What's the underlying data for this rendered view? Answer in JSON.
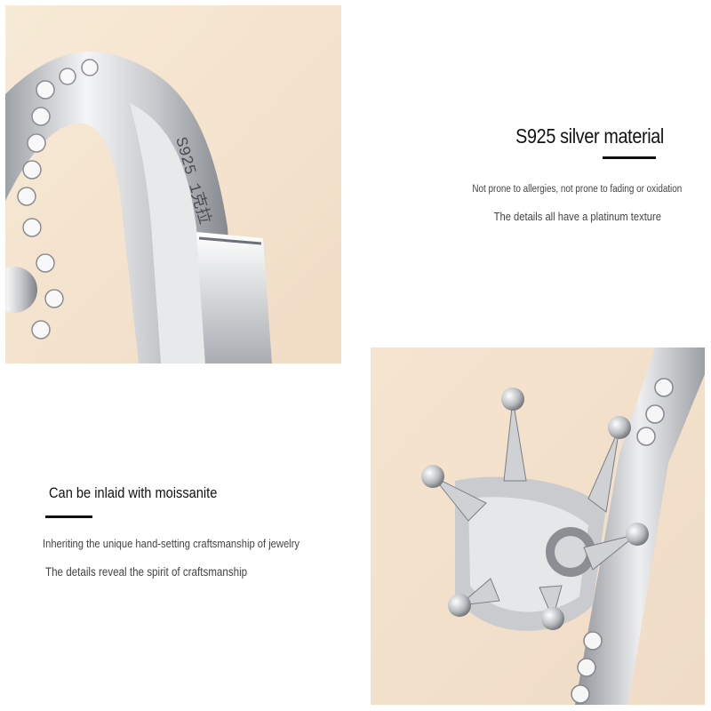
{
  "top_section": {
    "title": "S925 silver material",
    "line1": "Not prone to allergies, not prone to fading or oxidation",
    "line2": "The details all have a platinum texture",
    "engraving": "S925 1克拉"
  },
  "bottom_section": {
    "title": "Can be inlaid with moissanite",
    "line1": "Inheriting the unique hand-setting craftsmanship of jewelry",
    "line2": "The details reveal the spirit of craftsmanship"
  },
  "colors": {
    "photo_background": "#f3e3cf",
    "silver": "#d9dadc",
    "text": "#111111",
    "subtext": "#444444"
  }
}
